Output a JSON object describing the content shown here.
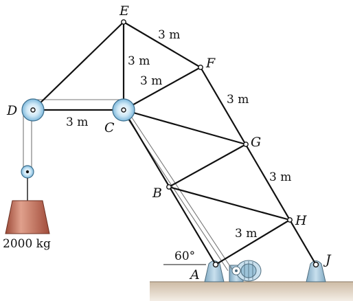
{
  "diagram": {
    "points": {
      "A": "A",
      "B": "B",
      "C": "C",
      "D": "D",
      "E": "E",
      "F": "F",
      "G": "G",
      "H": "H",
      "J": "J"
    },
    "dimensions": {
      "ef": "3 m",
      "ce": "3 m",
      "cf": "3 m",
      "dc": "3 m",
      "fg": "3 m",
      "gh": "3 m",
      "ah": "3 m"
    },
    "angle": "60°",
    "mass": "2000 kg",
    "colors": {
      "pulley": "#8fc7e6",
      "support": "#9cc3d9",
      "weight": "#c46a54",
      "ground": "#d8c8b4"
    }
  }
}
